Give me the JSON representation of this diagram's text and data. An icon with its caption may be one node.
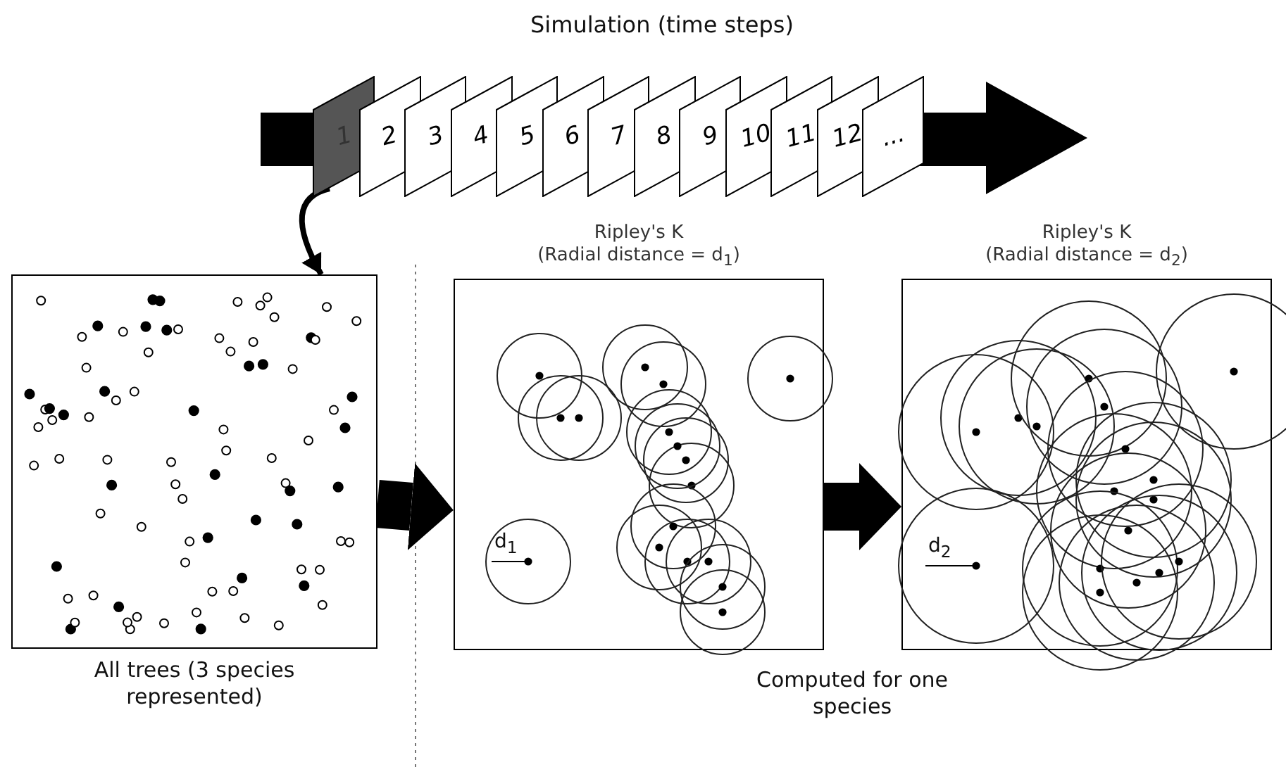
{
  "diagram": {
    "title": "Simulation (time steps)",
    "nodes": [
      {
        "text": [
          "1"
        ]
      },
      {
        "text": [
          "2"
        ]
      },
      {
        "text": [
          "3"
        ]
      },
      {
        "text": [
          "4"
        ]
      },
      {
        "text": [
          "5"
        ]
      },
      {
        "text": [
          "6"
        ]
      },
      {
        "text": [
          "7"
        ]
      },
      {
        "text": [
          "8"
        ]
      },
      {
        "text": [
          "9"
        ]
      },
      {
        "text": [
          "10"
        ]
      },
      {
        "text": [
          "11"
        ]
      },
      {
        "text": [
          "12"
        ]
      },
      {
        "text": [
          "..."
        ]
      },
      {
        "text": [
          "All trees (3 species represented)"
        ]
      },
      {
        "text": [
          "Ripley's K",
          "(Radial distance = d$_{1}$)"
        ]
      },
      {
        "text": [
          "Ripley's K",
          "(Radial distance = d$_{2}$)"
        ]
      }
    ],
    "edges": [
      {
        "from": 0,
        "to": 13,
        "arrow": "to"
      },
      {
        "from": 13,
        "to": 14,
        "arrow": "to"
      },
      {
        "from": 14,
        "to": 15,
        "arrow": "to"
      }
    ],
    "labels": [
      "d$_{1}$",
      "d$_{2}$",
      "Computed for one species"
    ]
  }
}
